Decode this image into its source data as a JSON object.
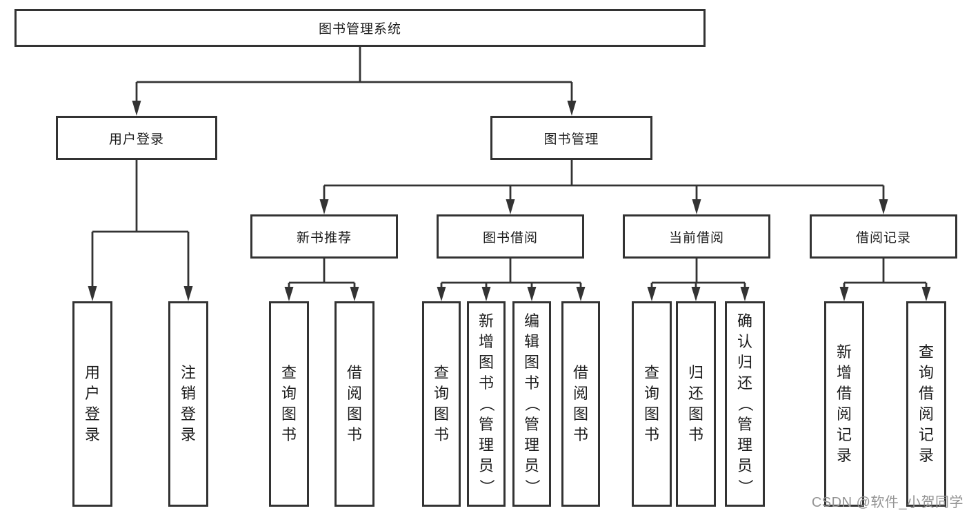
{
  "diagram": {
    "root": {
      "label": "图书管理系统"
    },
    "user_login": {
      "label": "用户登录",
      "children": [
        "用户登录",
        "注销登录"
      ]
    },
    "book_mgmt": {
      "label": "图书管理",
      "sections": [
        {
          "label": "新书推荐",
          "children": [
            "查询图书",
            "借阅图书"
          ]
        },
        {
          "label": "图书借阅",
          "children": [
            "查询图书",
            "新增图书（管理员）",
            "编辑图书（管理员）",
            "借阅图书"
          ]
        },
        {
          "label": "当前借阅",
          "children": [
            "查询图书",
            "归还图书",
            "确认归还（管理员）"
          ]
        },
        {
          "label": "借阅记录",
          "children": [
            "新增借阅记录",
            "查询借阅记录"
          ]
        }
      ]
    }
  },
  "watermark": {
    "text": "CSDN @软件_小贺同学"
  },
  "colors": {
    "line": "#333333",
    "text": "#1c1c1c",
    "watermark": "#939393",
    "background": "#ffffff"
  }
}
